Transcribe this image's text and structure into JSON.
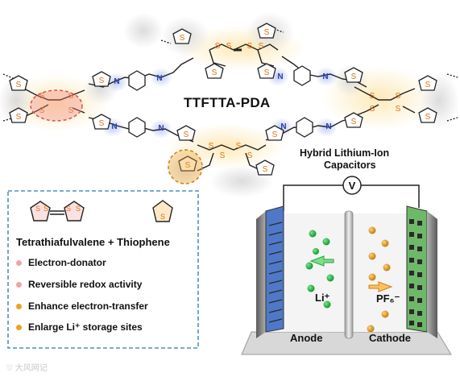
{
  "molecule_label": "TTFTTA-PDA",
  "device_caption_line1": "Hybrid Lithium-Ion",
  "device_caption_line2": "Capacitors",
  "voltmeter_symbol": "V",
  "legend": {
    "title": "Tetrathiafulvalene + Thiophene",
    "items": [
      {
        "text": "Electron-donator",
        "color": "#f4a3a3"
      },
      {
        "text": "Reversible redox activity",
        "color": "#f4a3a3"
      },
      {
        "text": "Enhance electron-transfer",
        "color": "#f0a020"
      },
      {
        "text": "Enlarge Li⁺ storage sites",
        "color": "#f0a020"
      }
    ]
  },
  "electrodes": {
    "anode": "Anode",
    "cathode": "Cathode"
  },
  "ions": {
    "lithium": "Li⁺",
    "anion": "PF₆⁻"
  },
  "atom_symbol": "S",
  "imine_symbol": "N",
  "watermark": "⛆ 大风网记",
  "colors": {
    "ttf_highlight": "#f08080",
    "thiophene_highlight": "#f0a020",
    "legend_border": "#4a90c8",
    "anode_face": "#4f78c8",
    "cathode_face": "#6fb86a",
    "li_ion": "#22b14c",
    "anion": "#e8a020",
    "sulfur": "#e07010"
  }
}
